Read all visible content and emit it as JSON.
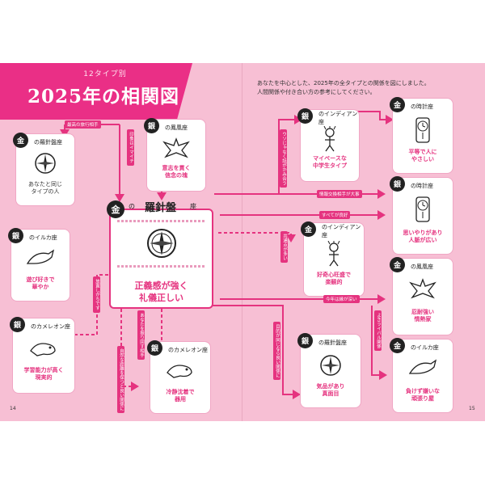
{
  "header": {
    "subtitle": "12タイプ別",
    "title": "2025年の相関図"
  },
  "intro": [
    "あなたを中心とした、2025年の全タイプとの関係を図にしました。",
    "人間関係や付き合い方の参考にしてください。"
  ],
  "main_card": {
    "badge": "金",
    "prefix": "の",
    "name": "羅針盤",
    "suffix": "座",
    "desc": [
      "正義感が強く",
      "礼儀正しい"
    ]
  },
  "cards": [
    {
      "id": "gold-compass",
      "badge": "金",
      "head": "の羅針盤座",
      "desc": [
        "あなたと同じ",
        "タイプの人"
      ],
      "icon": "compass-icon"
    },
    {
      "id": "silver-phoenix",
      "badge": "銀",
      "head": "の鳳凰座",
      "desc": [
        "意志を貫く",
        "信念の塊"
      ],
      "icon": "phoenix-icon"
    },
    {
      "id": "silver-dolphin",
      "badge": "銀",
      "head": "のイルカ座",
      "desc": [
        "遊び好きで",
        "華やか"
      ],
      "icon": "dolphin-icon"
    },
    {
      "id": "silver-chameleon",
      "badge": "銀",
      "head": "のカメレオン座",
      "desc": [
        "学習能力が高く",
        "現実的"
      ],
      "icon": "chameleon-icon"
    },
    {
      "id": "silver-chameleon-2",
      "badge": "銀",
      "head": "のカメレオン座",
      "desc": [
        "冷静沈着で",
        "器用"
      ],
      "icon": "chameleon-icon"
    },
    {
      "id": "silver-indian",
      "badge": "銀",
      "head": "のインディアン座",
      "desc": [
        "マイペースな",
        "中学生タイプ"
      ],
      "icon": "indian-icon"
    },
    {
      "id": "gold-indian",
      "badge": "金",
      "head": "のインディアン座",
      "desc": [
        "好奇心旺盛で",
        "楽観的"
      ],
      "icon": "indian-icon"
    },
    {
      "id": "silver-compass",
      "badge": "銀",
      "head": "の羅針盤座",
      "desc": [
        "気品があり",
        "真面目"
      ],
      "icon": "compass-icon"
    },
    {
      "id": "gold-clock",
      "badge": "金",
      "head": "の時計座",
      "desc": [
        "平等で人に",
        "やさしい"
      ],
      "icon": "clock-icon"
    },
    {
      "id": "silver-clock",
      "badge": "銀",
      "head": "の時計座",
      "desc": [
        "思いやりがあり",
        "人脈が広い"
      ],
      "icon": "clock-icon"
    },
    {
      "id": "gold-phoenix",
      "badge": "金",
      "head": "の鳳凰座",
      "desc": [
        "忍耐強い",
        "情熱家"
      ],
      "icon": "phoenix-icon"
    },
    {
      "id": "gold-dolphin",
      "badge": "金",
      "head": "のイルカ座",
      "desc": [
        "負けず嫌いな",
        "頑張り屋"
      ],
      "icon": "dolphin-icon"
    }
  ],
  "link_labels": {
    "best_travel": "最高の旅行相手",
    "impression": "印象はイマイチ",
    "easy_to_talk": "ウソじゃなく話がかみ合う",
    "info_exchange": "情報交換相手が大事",
    "all_stable": "すべてが良好",
    "has_in_common": "共通点が多い",
    "good_friend": "今年は縁が深い",
    "neglect": "放置しがちです",
    "gathering": "あなたを振り回す相手",
    "influence": "自然な距離を保つと良い関係に",
    "friendship": "目的が同じなら良い関係に",
    "ambition": "よきライバル関係"
  },
  "page_numbers": {
    "left": "14",
    "right": "15"
  },
  "colors": {
    "accent": "#e5337f",
    "background": "#f7bfd4",
    "banner": "#ea2f86"
  }
}
